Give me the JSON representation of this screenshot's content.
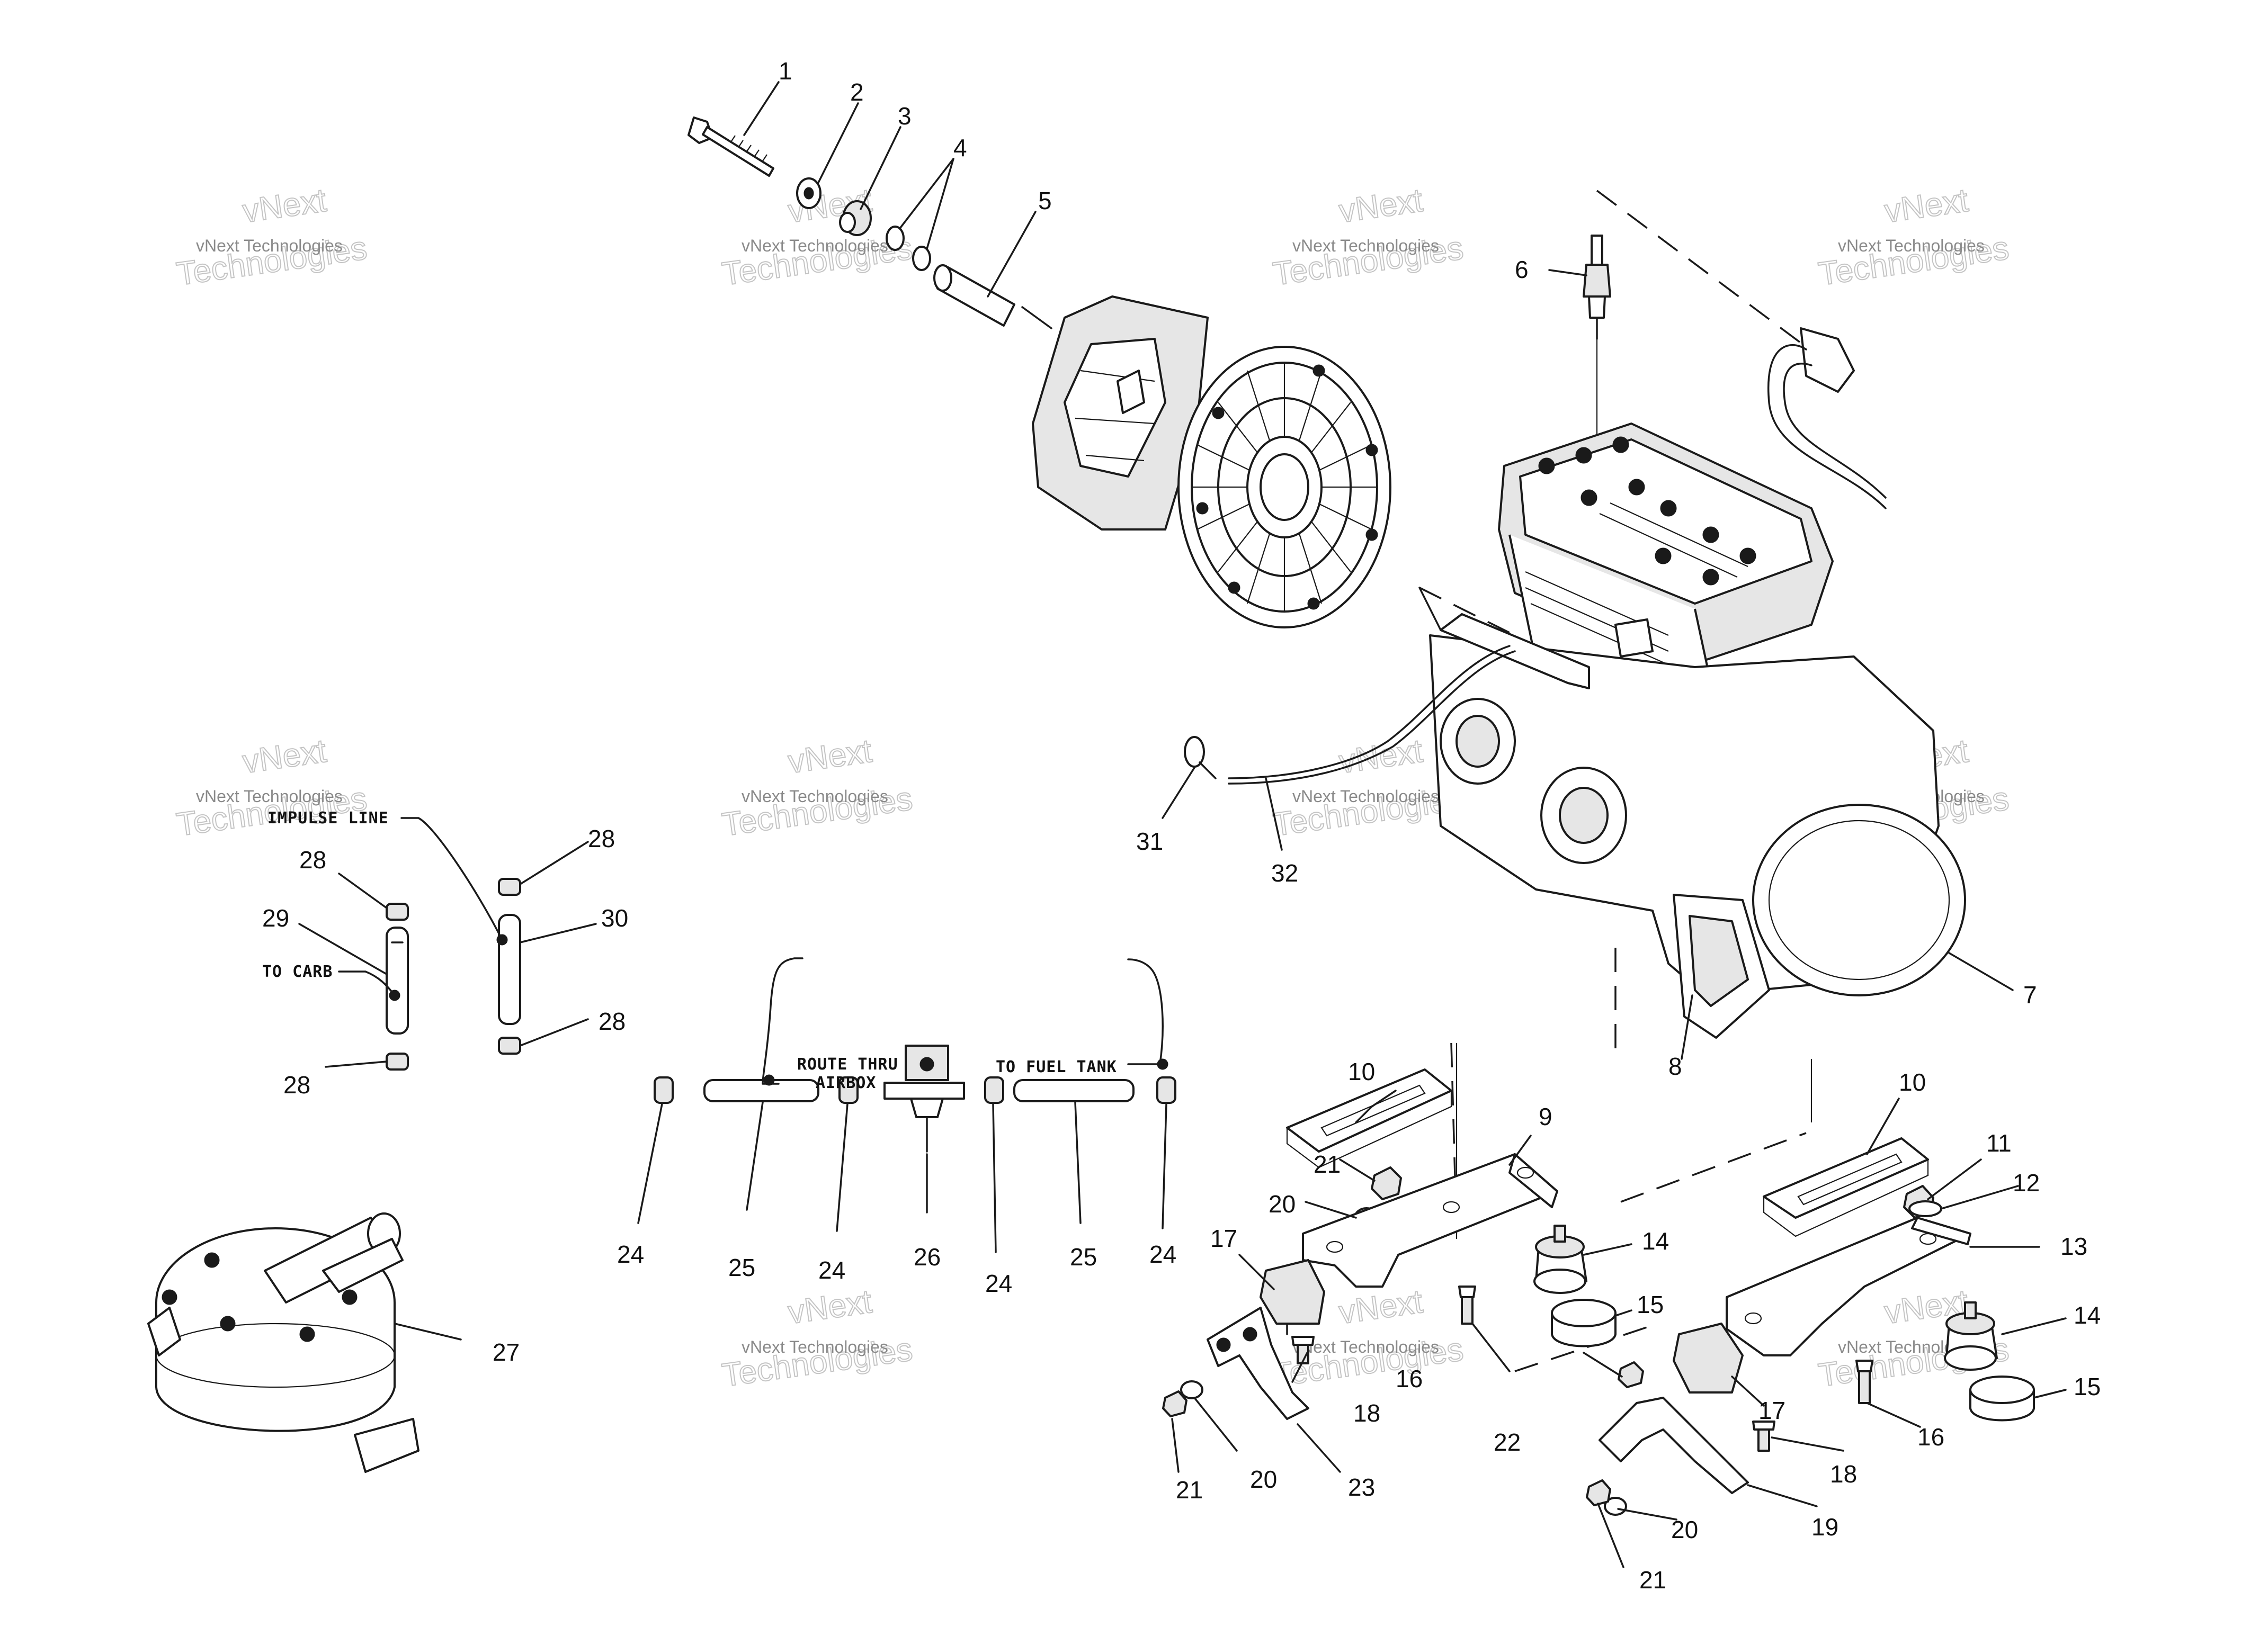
{
  "watermark": {
    "line1": "vNext Technologies",
    "line2": "Technologies",
    "swoosh": "vNext"
  },
  "notes": {
    "impulse_line": "IMPULSE LINE",
    "to_carb": "TO CARB",
    "route_thru": "ROUTE THRU",
    "airbox": "AIRBOX",
    "to_fuel_tank": "TO FUEL TANK"
  },
  "callouts": [
    "1",
    "2",
    "3",
    "4",
    "5",
    "6",
    "7",
    "8",
    "9",
    "10",
    "10",
    "11",
    "12",
    "13",
    "14",
    "14",
    "15",
    "15",
    "16",
    "16",
    "17",
    "17",
    "18",
    "18",
    "19",
    "20",
    "20",
    "20",
    "21",
    "21",
    "21",
    "22",
    "23",
    "24",
    "24",
    "24",
    "24",
    "25",
    "25",
    "26",
    "27",
    "28",
    "28",
    "28",
    "28",
    "29",
    "30",
    "31",
    "32"
  ],
  "colors": {
    "ink": "#1a1a1a",
    "paper": "#ffffff",
    "watermark": "#8a8a8a"
  }
}
